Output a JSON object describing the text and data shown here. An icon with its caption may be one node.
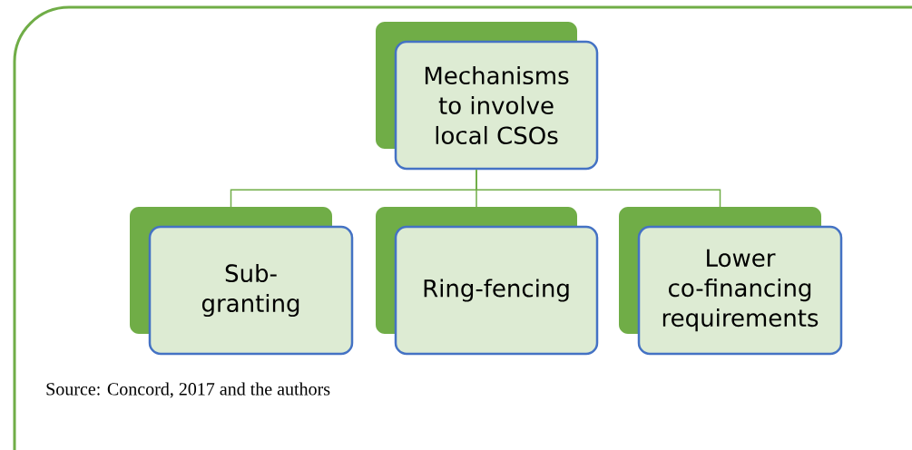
{
  "diagram": {
    "caption": "Source: Concord, 2017 and the authors",
    "nodes": [
      {
        "text": [
          "Mechanisms to involve local CSOs"
        ]
      },
      {
        "text": [
          "Sub-granting"
        ]
      },
      {
        "text": [
          "Ring-fencing"
        ]
      },
      {
        "text": [
          "Lower co-financing requirements"
        ]
      }
    ],
    "edges": [
      {
        "from": 0,
        "to": 1,
        "arrow": "none"
      },
      {
        "from": 0,
        "to": 2,
        "arrow": "none"
      },
      {
        "from": 0,
        "to": 3,
        "arrow": "none"
      }
    ]
  }
}
